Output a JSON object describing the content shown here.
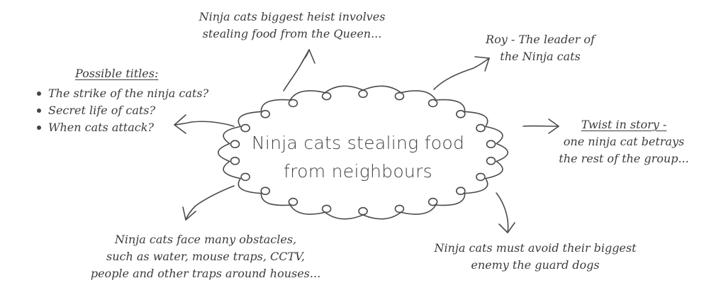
{
  "center": {
    "line1": "Ninja cats stealing food",
    "line2": "from neighbours"
  },
  "possible_titles": {
    "heading": "Possible titles:",
    "items": [
      "The strike of the ninja cats?",
      "Secret life of cats?",
      "When cats attack?"
    ]
  },
  "heist": {
    "line1": "Ninja cats biggest heist involves",
    "line2": "stealing food from the Queen..."
  },
  "leader": {
    "line1": "Roy - The leader of",
    "line2": "the Ninja cats"
  },
  "twist": {
    "heading": "Twist in story -",
    "line1": "one ninja cat betrays",
    "line2": "the rest of the group..."
  },
  "obstacles": {
    "line1": "Ninja cats face many obstacles,",
    "line2": "such as water, mouse traps, CCTV,",
    "line3": "people and other traps around houses..."
  },
  "enemy": {
    "line1": "Ninja cats must avoid their biggest",
    "line2": "enemy the guard dogs"
  },
  "colors": {
    "ink": "#444444",
    "background": "#ffffff"
  }
}
